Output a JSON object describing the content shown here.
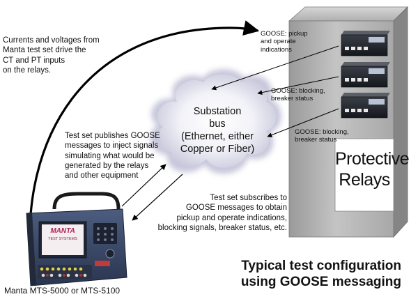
{
  "annotations": {
    "currents_voltages": [
      "Currents and voltages from",
      "Manta test set drive the",
      "CT and PT inputs",
      "on the relays."
    ],
    "goose_pickup": [
      "GOOSE: pickup",
      "and operate",
      "indications"
    ],
    "goose_blocking_1": [
      "GOOSE: blocking,",
      "breaker status"
    ],
    "goose_blocking_2": [
      "GOOSE: blocking,",
      "breaker status"
    ],
    "test_set_publishes": [
      "Test set publishes  GOOSE",
      "messages to inject signals",
      "simulating what would be",
      "generated by the relays",
      "and other equipment"
    ],
    "test_set_subscribes": [
      "Test set subscribes to",
      "GOOSE messages to obtain",
      "pickup and operate indications,",
      "blocking signals, breaker status, etc."
    ]
  },
  "cloud": {
    "lines": [
      "Substation",
      "bus",
      "(Ethernet, either",
      "Copper or Fiber)"
    ]
  },
  "relay_cabinet": {
    "label_lines": [
      "Protective",
      "Relays"
    ]
  },
  "device": {
    "caption": "Manta MTS-5000 or MTS-5100",
    "screen_brand": "MANTA",
    "screen_sub": "TEST SYSTEMS"
  },
  "title": {
    "lines": [
      "Typical test configuration",
      "using GOOSE messaging"
    ]
  },
  "colors": {
    "cloud_fill": "#e6e6f2",
    "cabinet_front": "#b5b5b5",
    "cabinet_side": "#8a8a8a",
    "device_body": "#3a4a6a",
    "device_screen": "#f5eef0",
    "arrow": "#000000"
  }
}
